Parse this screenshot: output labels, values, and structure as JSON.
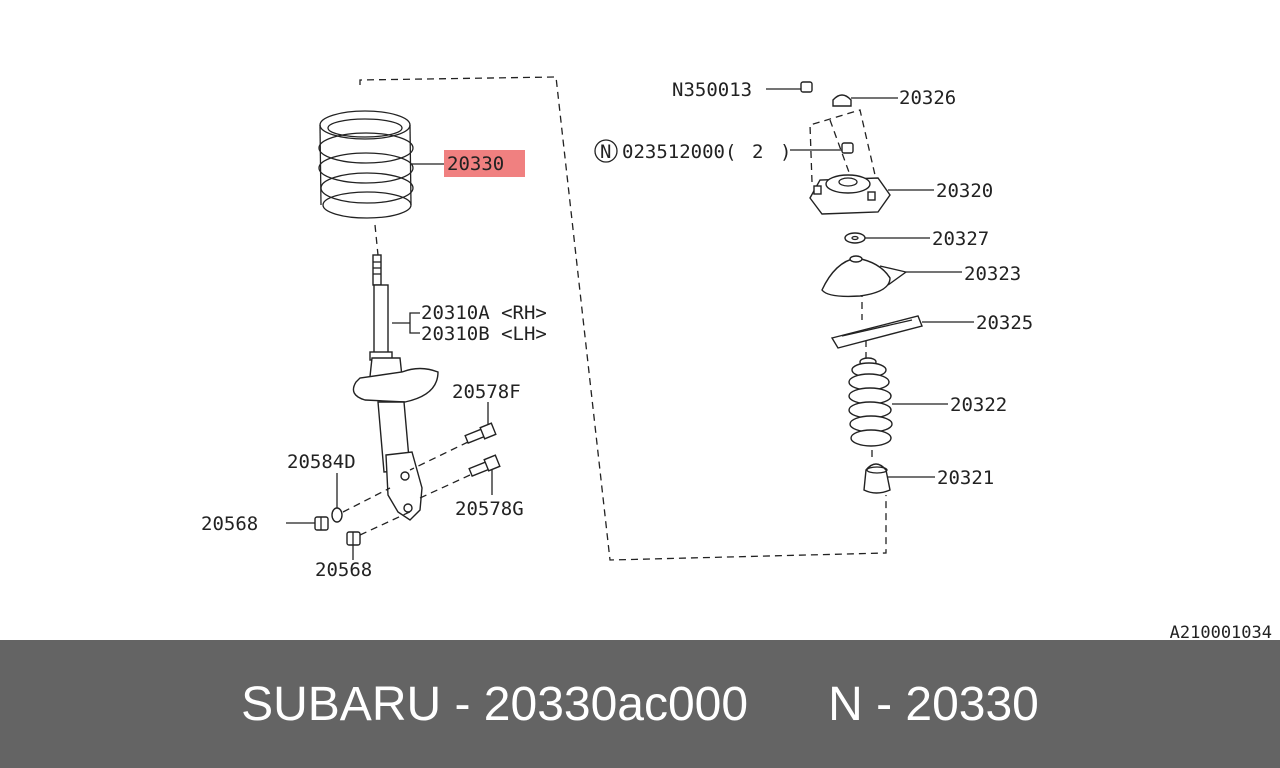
{
  "diagram": {
    "callouts": {
      "n350013": "N350013",
      "p20326": "20326",
      "n023512000": "023512000(",
      "n023512000_qty": "2",
      "n023512000_close": ")",
      "n_circle": "N",
      "p20320": "20320",
      "p20327": "20327",
      "p20323": "20323",
      "p20325": "20325",
      "p20322": "20322",
      "p20321": "20321",
      "p20330": "20330",
      "p20310a": "20310A <RH>",
      "p20310b": "20310B <LH>",
      "p20578f": "20578F",
      "p20584d": "20584D",
      "p20578g": "20578G",
      "p20568_left": "20568",
      "p20568_bottom": "20568"
    },
    "highlighted_part": "20330",
    "highlight_color": "#f08080",
    "reference_code": "A210001034"
  },
  "footer": {
    "brand_part": "SUBARU - 20330ac000",
    "oem_part": "N - 20330"
  }
}
